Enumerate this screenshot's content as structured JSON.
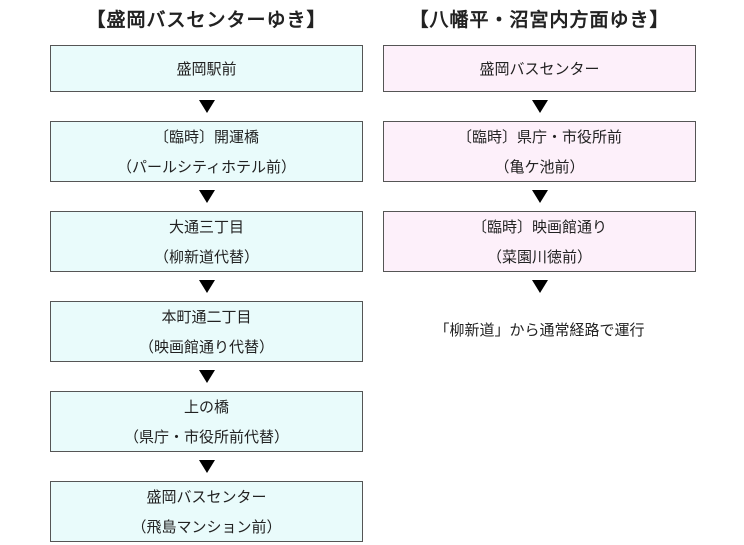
{
  "left": {
    "heading": "【盛岡バスセンターゆき】",
    "stops": [
      {
        "line1": "盛岡駅前",
        "line2": ""
      },
      {
        "line1": "〔臨時〕開運橋",
        "line2": "（パールシティホテル前）"
      },
      {
        "line1": "大通三丁目",
        "line2": "（柳新道代替）"
      },
      {
        "line1": "本町通二丁目",
        "line2": "（映画館通り代替）"
      },
      {
        "line1": "上の橋",
        "line2": "（県庁・市役所前代替）"
      },
      {
        "line1": "盛岡バスセンター",
        "line2": "（飛島マンション前）"
      }
    ]
  },
  "right": {
    "heading": "【八幡平・沼宮内方面ゆき】",
    "stops": [
      {
        "line1": "盛岡バスセンター",
        "line2": ""
      },
      {
        "line1": "〔臨時〕県庁・市役所前",
        "line2": "（亀ケ池前）"
      },
      {
        "line1": "〔臨時〕映画館通り",
        "line2": "（菜園川徳前）"
      }
    ],
    "note": "「柳新道」から通常経路で運行"
  }
}
